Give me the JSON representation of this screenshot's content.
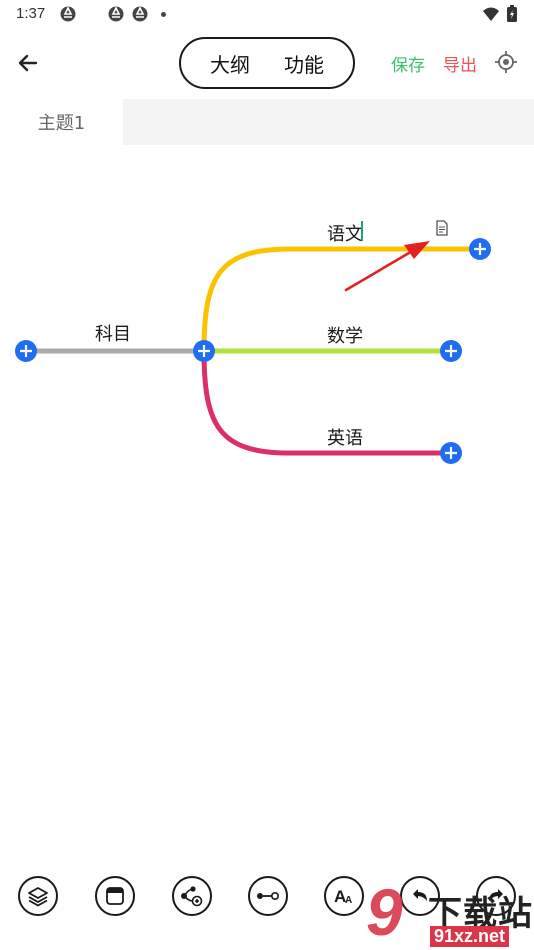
{
  "status": {
    "time": "1:37"
  },
  "header": {
    "tabs": [
      {
        "label": "大纲"
      },
      {
        "label": "功能"
      }
    ],
    "save_label": "保存",
    "export_label": "导出"
  },
  "doc_tabs": [
    {
      "label": "主题1"
    }
  ],
  "mindmap": {
    "root": {
      "label": "科目"
    },
    "children": [
      {
        "label": "语文",
        "color": "#f9c300"
      },
      {
        "label": "数学",
        "color": "#b2e23a"
      },
      {
        "label": "英语",
        "color": "#dc2e68"
      }
    ],
    "root_line_color": "#aaaaaa",
    "add_button_color": "#1f6ef2",
    "arrow_color": "#e02222"
  },
  "watermark": {
    "number": "9",
    "text": "下载站",
    "url": "91xz.net"
  }
}
